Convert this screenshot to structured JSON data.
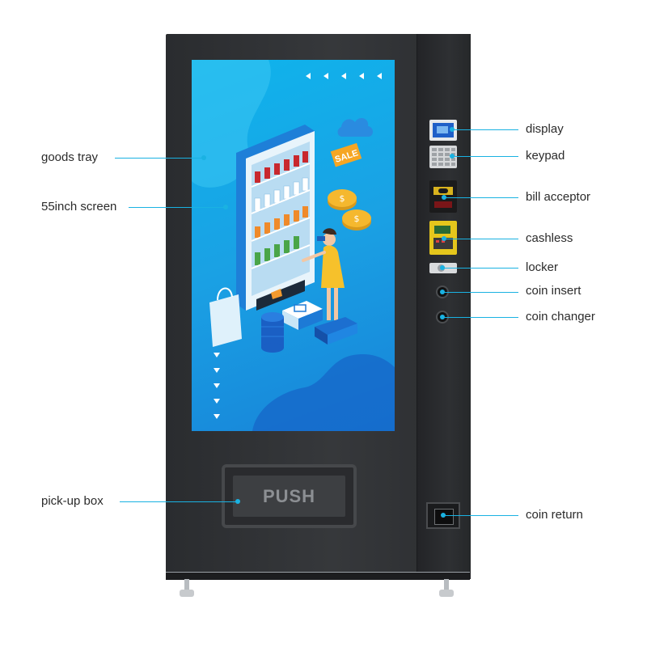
{
  "screen": {
    "push_label": "PUSH",
    "sale_tag": "SALE"
  },
  "callouts_left": {
    "goods_tray": "goods tray",
    "screen_size": "55inch screen",
    "pickup_box": "pick-up box"
  },
  "callouts_right": {
    "display": "display",
    "keypad": "keypad",
    "bill_acceptor": "bill  acceptor",
    "cashless": "cashless",
    "locker": "locker",
    "coin_insert": "coin insert",
    "coin_changer": "coin changer",
    "coin_return": "coin return"
  },
  "colors": {
    "callout_line": "#1ab2e2",
    "machine_body": "#2f3134",
    "screen_blue": "#1aa1e4"
  }
}
